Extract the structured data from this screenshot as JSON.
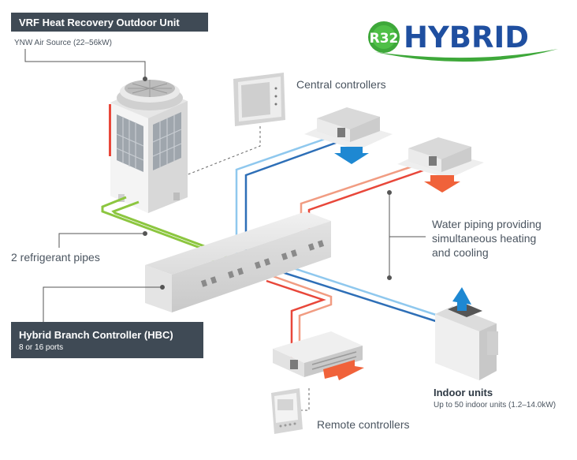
{
  "outdoor_unit": {
    "title": "VRF Heat Recovery Outdoor Unit",
    "subtitle": "YNW Air Source (22–56kW)"
  },
  "logo": {
    "badge": "R32",
    "word": "HYBRID"
  },
  "labels": {
    "central_controllers": "Central controllers",
    "refrigerant_pipes": "2 refrigerant pipes",
    "water_piping_line1": "Water piping providing",
    "water_piping_line2": "simultaneous heating",
    "water_piping_line3": "and cooling",
    "remote_controllers": "Remote controllers"
  },
  "hbc": {
    "title": "Hybrid Branch Controller (HBC)",
    "subtitle": "8 or 16 ports"
  },
  "indoor_units": {
    "title": "Indoor units",
    "subtitle": "Up to 50 indoor units (1.2–14.0kW)"
  },
  "colors": {
    "dark_label": "#3f4a55",
    "refrigerant": "#8cc63f",
    "hot_water": "#e8473a",
    "cold_water": "#2e6fb7",
    "cold_arrow": "#1e88d2",
    "hot_arrow": "#f0623a",
    "logo_blue": "#1f4fa0",
    "logo_green": "#3ea83a"
  }
}
